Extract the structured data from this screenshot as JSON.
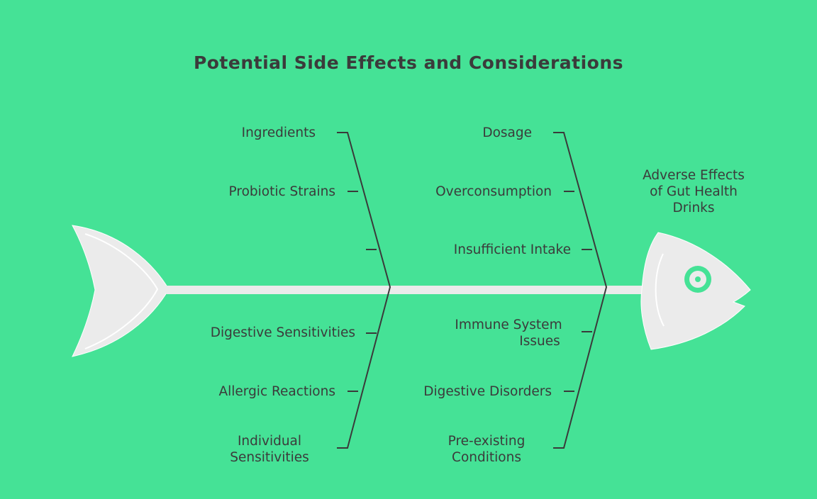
{
  "title": "Potential Side Effects and Considerations",
  "head_label": [
    "Adverse Effects",
    "of Gut Health",
    "Drinks"
  ],
  "left_upper": [
    "Ingredients",
    "Probiotic Strains",
    ""
  ],
  "left_lower": [
    "Digestive Sensitivities",
    "Allergic Reactions",
    "Individual",
    "Sensitivities"
  ],
  "right_upper": [
    "Dosage",
    "Overconsumption",
    "Insufficient Intake"
  ],
  "right_lower": [
    "Immune System",
    "Issues",
    "Digestive Disorders",
    "Pre-existing",
    "Conditions"
  ],
  "colors": {
    "background": "#45E296",
    "fish": "#EBEBEB",
    "line": "#3A3A3A",
    "text": "#3B3B3B"
  }
}
